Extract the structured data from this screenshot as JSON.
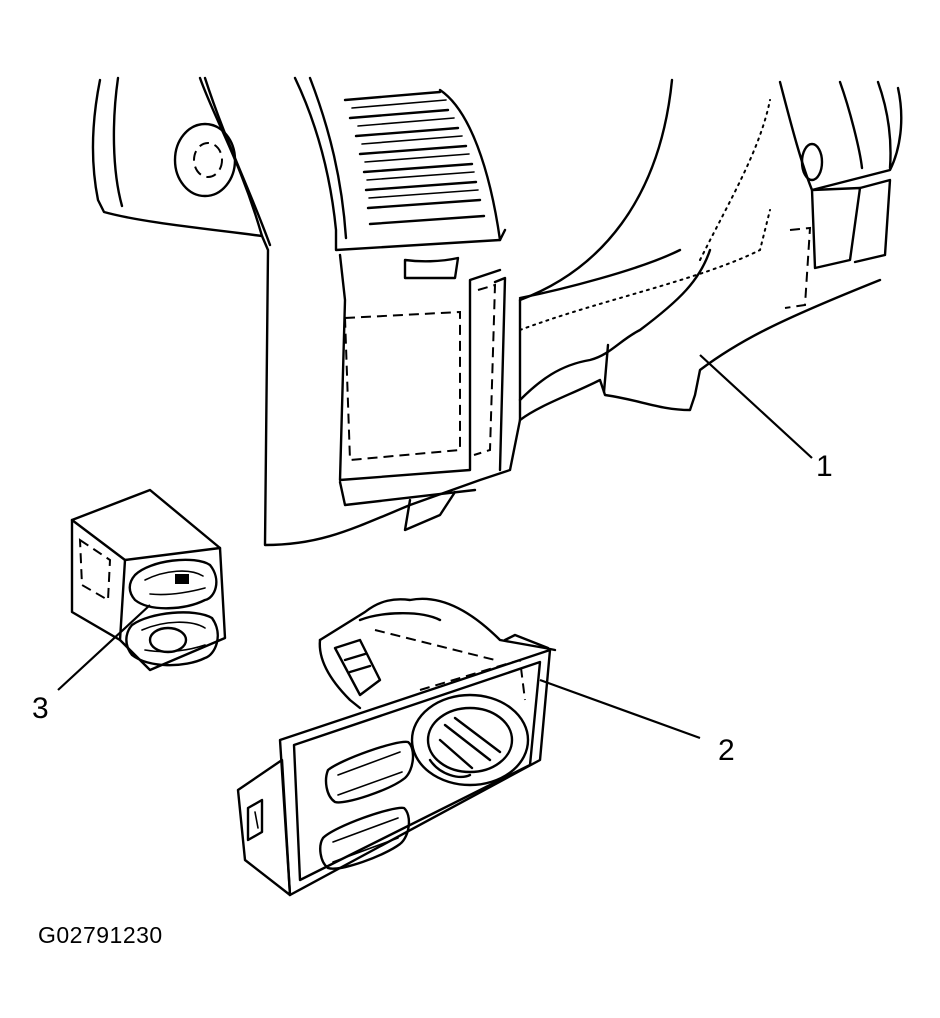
{
  "figure": {
    "id_label": "G02791230",
    "callouts": [
      {
        "number": "1",
        "part": "instrument-panel-lower-trim"
      },
      {
        "number": "2",
        "part": "headlamp-switch-assembly"
      },
      {
        "number": "3",
        "part": "switch-module"
      }
    ]
  },
  "colors": {
    "line": "#000000",
    "background": "#ffffff"
  }
}
